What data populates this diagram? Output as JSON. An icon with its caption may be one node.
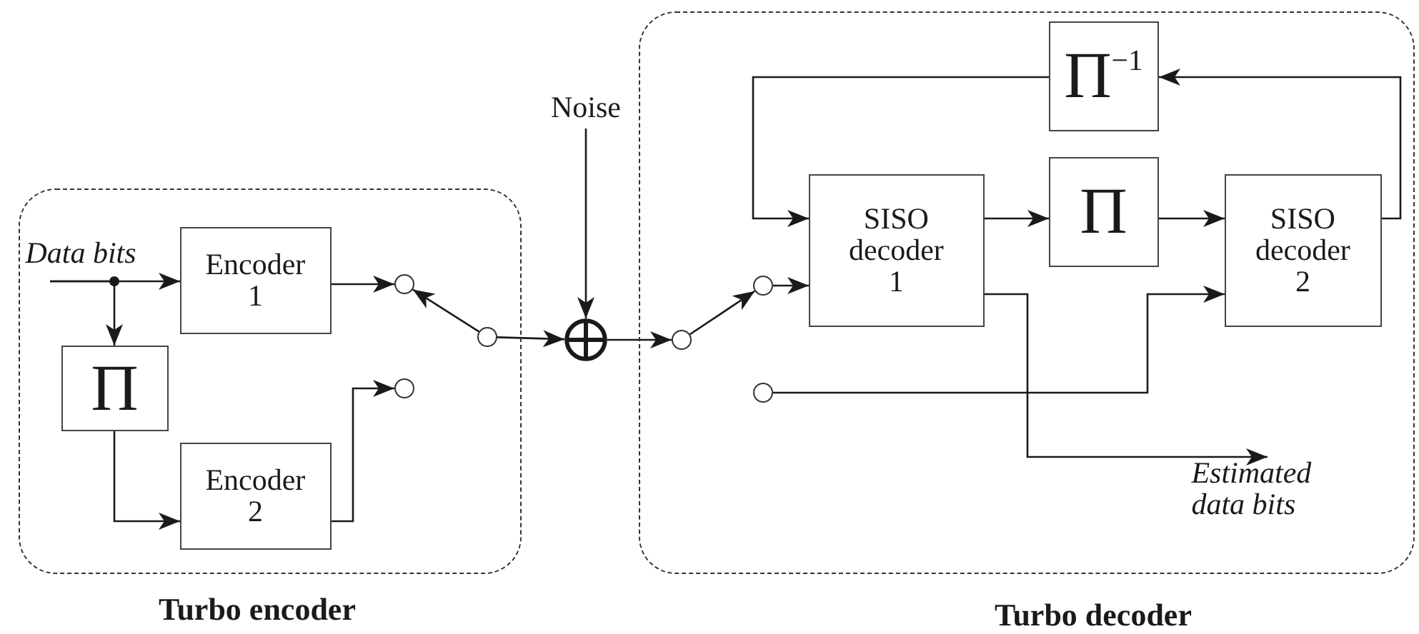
{
  "diagram": {
    "nodes": [
      {
        "text": [
          "Turbo encoder"
        ]
      },
      {
        "text": [
          "Data bits"
        ],
        "in": 0
      },
      {
        "text": [
          "Encoder 1"
        ],
        "in": 0
      },
      {
        "text": [
          "Π"
        ],
        "in": 0
      },
      {
        "text": [
          "Encoder 2"
        ],
        "in": 0
      },
      {
        "text": [],
        "shape": "circle",
        "in": 0
      },
      {
        "text": [],
        "shape": "circle",
        "in": 0
      },
      {
        "text": [],
        "shape": "circle",
        "in": 0
      },
      {
        "text": [
          "Noise"
        ]
      },
      {
        "text": [],
        "shape": "circle"
      },
      {
        "text": [
          "Turbo decoder"
        ]
      },
      {
        "text": [],
        "shape": "circle",
        "in": 10
      },
      {
        "text": [],
        "shape": "circle",
        "in": 10
      },
      {
        "text": [],
        "shape": "circle",
        "in": 10
      },
      {
        "text": [
          "SISO decoder 1"
        ],
        "in": 10
      },
      {
        "text": [
          "Π"
        ],
        "in": 10
      },
      {
        "text": [
          "Π$^{−1}$"
        ],
        "in": 10
      },
      {
        "text": [
          "SISO decoder 2"
        ],
        "in": 10
      },
      {
        "text": [
          "Estimated data bits"
        ],
        "in": 10
      }
    ],
    "edges": [
      {
        "from": 1,
        "to": 2,
        "arrow": "to"
      },
      {
        "from": 1,
        "to": 3,
        "arrow": "to"
      },
      {
        "from": 3,
        "to": 4,
        "arrow": "to"
      },
      {
        "from": 2,
        "to": 5,
        "arrow": "to"
      },
      {
        "from": 4,
        "to": 6,
        "arrow": "to"
      },
      {
        "from": 7,
        "to": 5,
        "arrow": "to"
      },
      {
        "from": 7,
        "to": 9,
        "arrow": "to"
      },
      {
        "from": 8,
        "to": 9,
        "arrow": "to"
      },
      {
        "from": 9,
        "to": 11,
        "arrow": "to"
      },
      {
        "from": 11,
        "to": 12,
        "arrow": "to"
      },
      {
        "from": 12,
        "to": 14,
        "arrow": "to"
      },
      {
        "from": 14,
        "to": 15,
        "arrow": "to"
      },
      {
        "from": 15,
        "to": 17,
        "arrow": "to"
      },
      {
        "from": 17,
        "to": 16,
        "arrow": "to"
      },
      {
        "from": 16,
        "to": 14,
        "arrow": "to"
      },
      {
        "from": 13,
        "to": 17,
        "arrow": "to"
      },
      {
        "from": 14,
        "to": 18,
        "arrow": "to"
      }
    ]
  }
}
